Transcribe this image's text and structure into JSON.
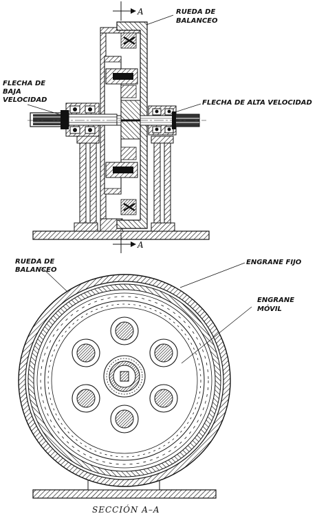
{
  "labels": {
    "section_a_top": "A",
    "section_a_bottom": "A",
    "rueda_top_1": "RUEDA DE",
    "rueda_top_2": "BALANCEO",
    "flecha_baja_1": "FLECHA DE",
    "flecha_baja_2": "BAJA",
    "flecha_baja_3": "VELOCIDAD",
    "flecha_alta": "FLECHA DE ALTA VELOCIDAD",
    "rueda_bottom_1": "RUEDA DE",
    "rueda_bottom_2": "BALANCEO",
    "engrane_fijo": "ENGRANE FIJO",
    "engrane_movil_1": "ENGRANE",
    "engrane_movil_2": "MÓVIL",
    "seccion": "SECCIÓN  A–A"
  },
  "colors": {
    "ink": "#111111",
    "paper": "#ffffff"
  }
}
